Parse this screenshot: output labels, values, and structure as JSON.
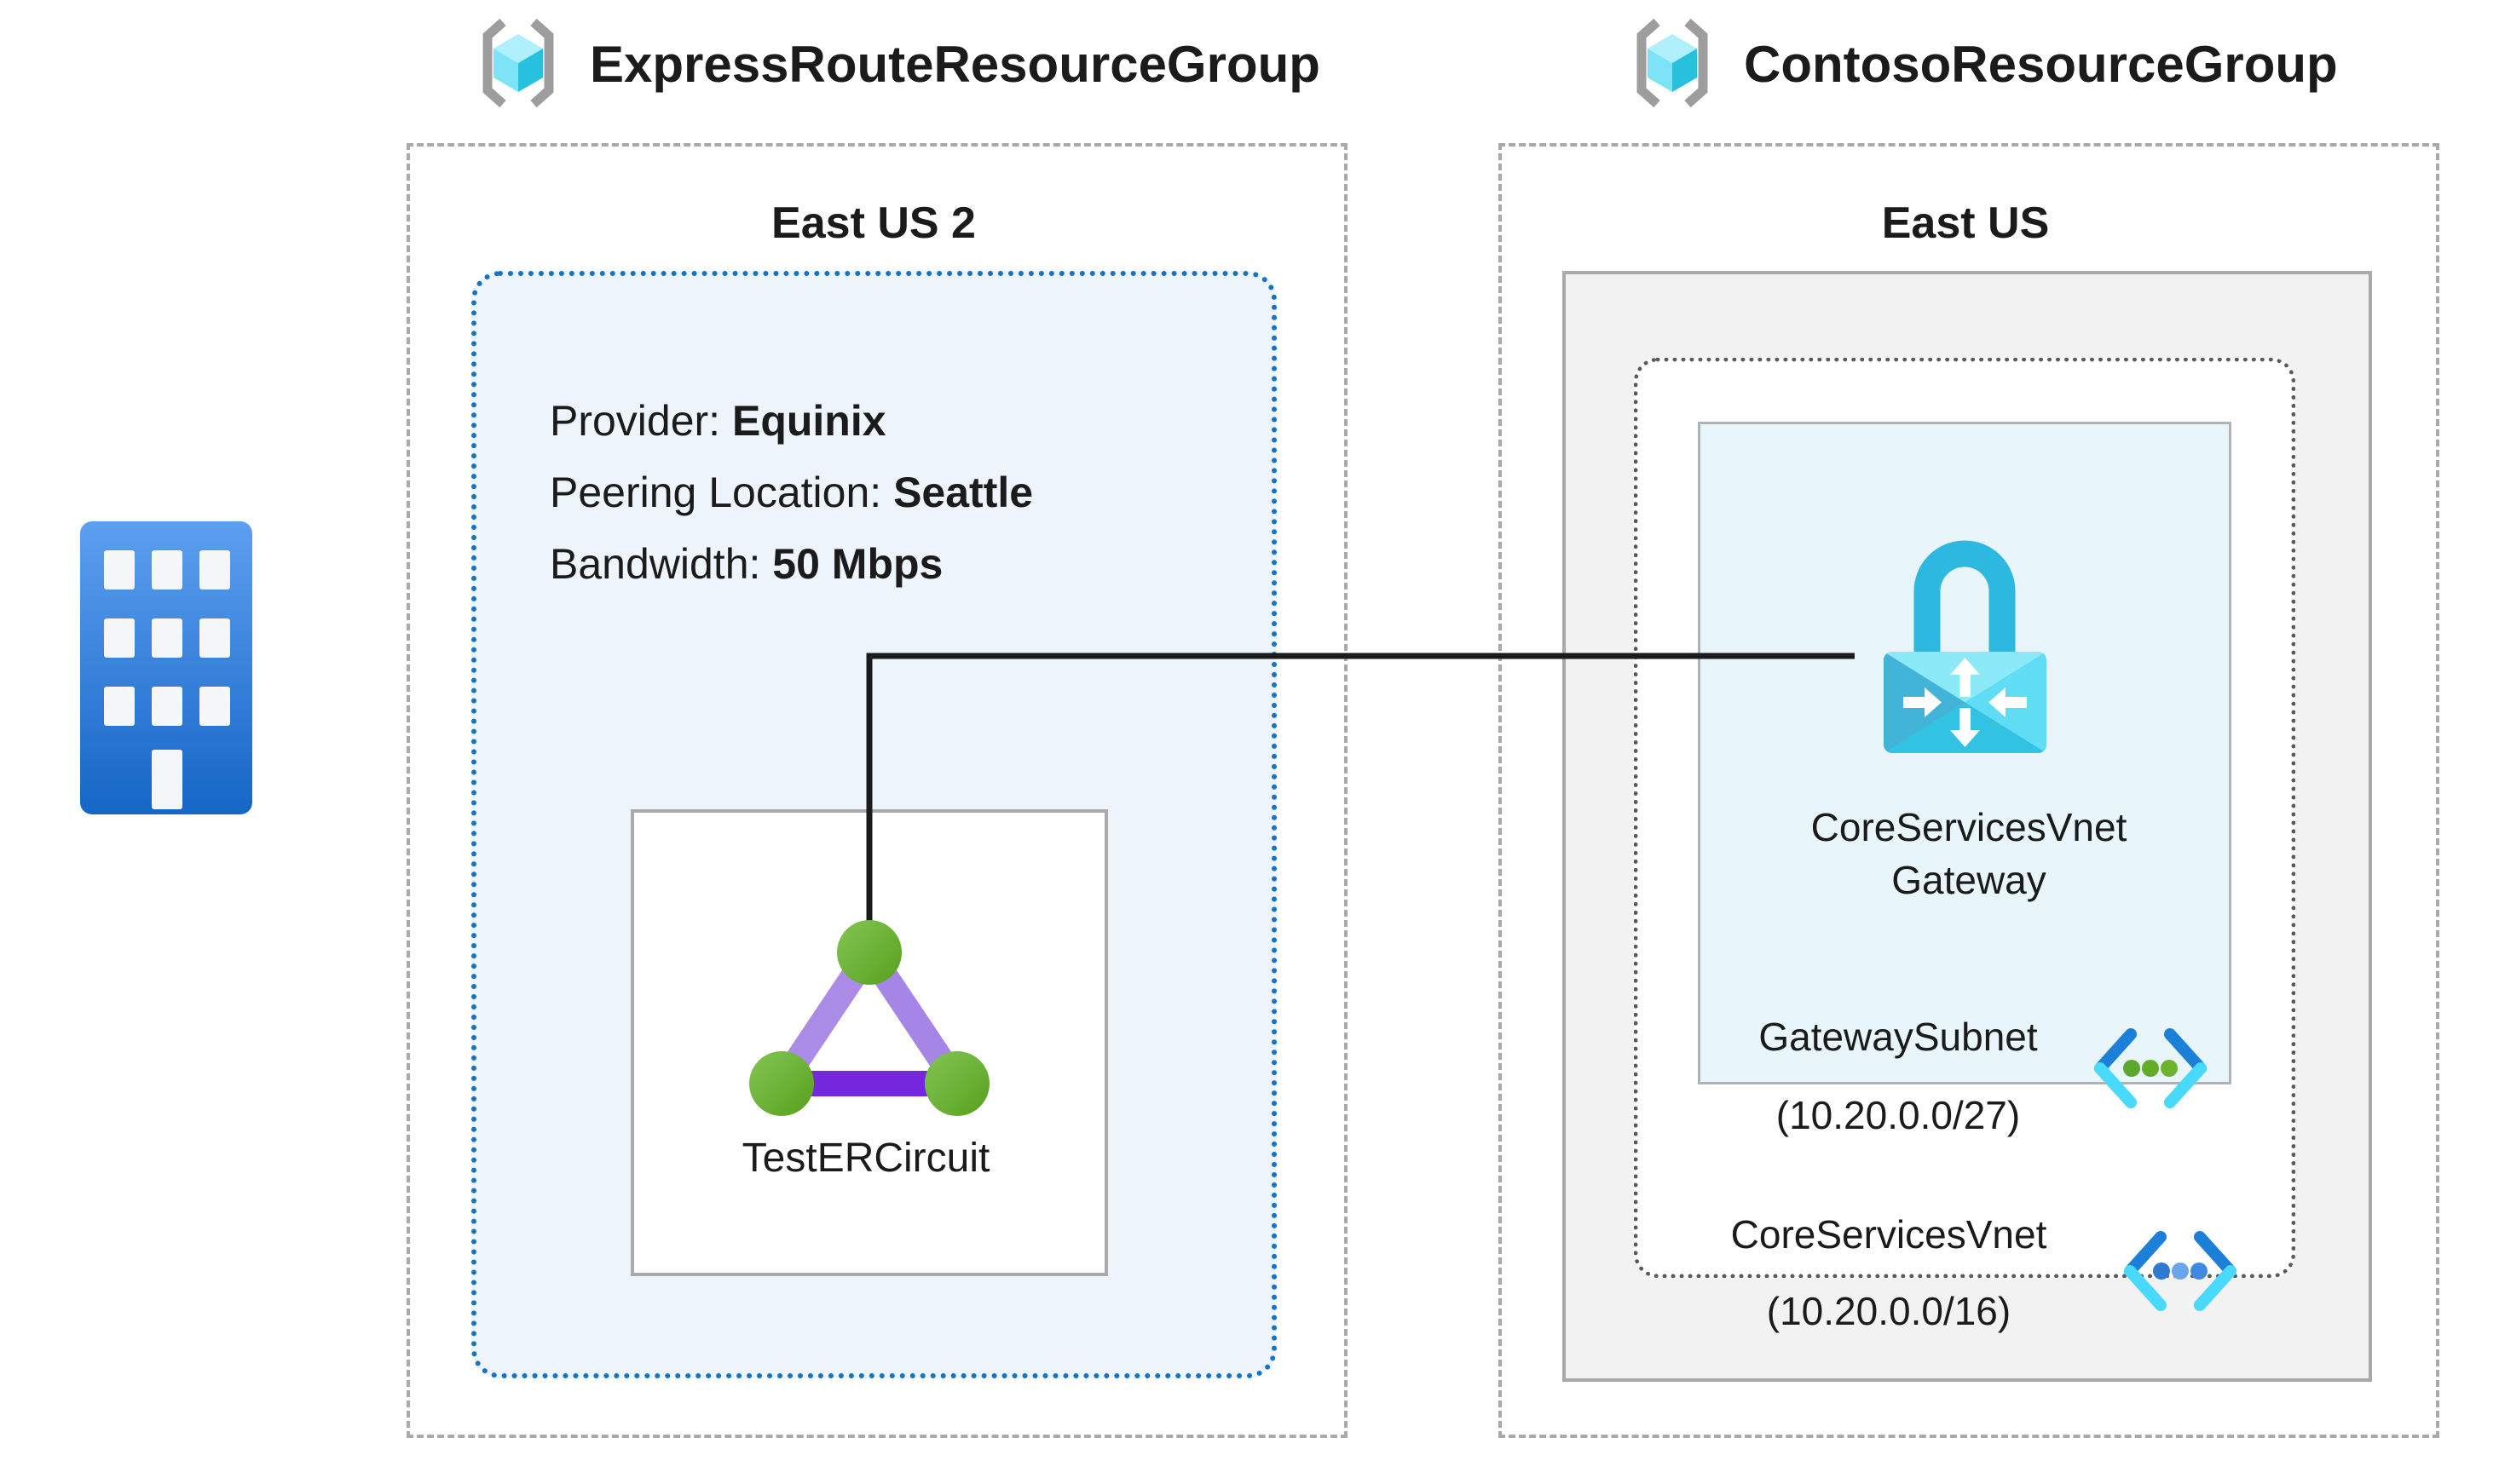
{
  "headers": {
    "left": "ExpressRouteResourceGroup",
    "right": "ContosoResourceGroup"
  },
  "left_group": {
    "region_label": "East US 2",
    "circuit_info": {
      "provider_label": "Provider:",
      "provider_value": "Equinix",
      "peering_label": "Peering Location:",
      "peering_value": "Seattle",
      "bandwidth_label": "Bandwidth:",
      "bandwidth_value": "50 Mbps"
    },
    "circuit_name": "TestERCircuit"
  },
  "right_group": {
    "region_label": "East US",
    "gateway_name_line1": "CoreServicesVnet",
    "gateway_name_line2": "Gateway",
    "subnet_name": "GatewaySubnet",
    "subnet_cidr": "(10.20.0.0/27)",
    "vnet_name": "CoreServicesVnet",
    "vnet_cidr": "(10.20.0.0/16)"
  },
  "icons": {
    "resource_group": "azure-resource-group",
    "building": "on-premises-building",
    "circuit": "expressroute-circuit",
    "gateway": "vpn-gateway",
    "subnet": "subnet",
    "vnet": "virtual-network"
  },
  "colors": {
    "accent_blue": "#1273c9",
    "rg_border": "#a9a9a9",
    "vnet_border": "#5a5a5a",
    "circuit_fill": "#edf4fb",
    "region_fill": "#f2f2f2",
    "subnet_fill": "#e8f5fb",
    "connector": "#1b1b1b",
    "circuit_green": "#6db32d",
    "circuit_purple_light": "#aa8ce6",
    "circuit_purple_dark": "#7427dd",
    "gateway_cyan": "#2db8e0",
    "building_blue_top": "#5d9ff0",
    "building_blue_bottom": "#1566c6"
  }
}
